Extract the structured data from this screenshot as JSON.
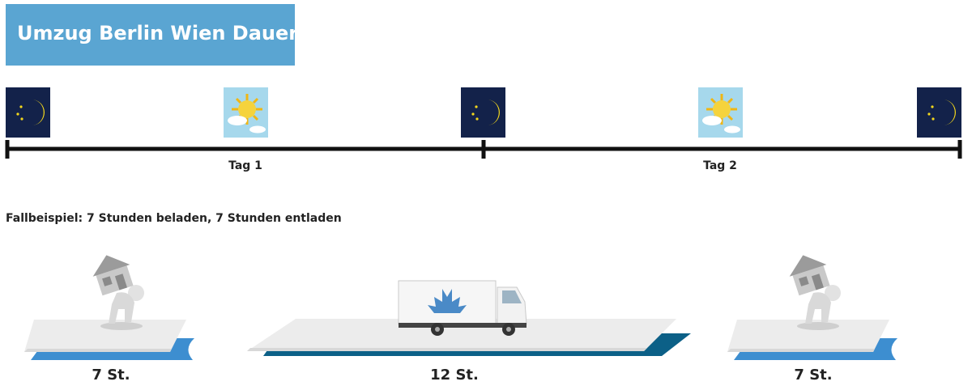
{
  "title": "Umzug Berlin Wien Dauer",
  "timeline": {
    "days": [
      "Tag 1",
      "Tag 2"
    ],
    "icons": [
      "moon-icon",
      "sun-icon",
      "moon-icon",
      "sun-icon",
      "moon-icon"
    ]
  },
  "example_text": "Fallbeispiel: 7 Stunden beladen, 7 Stunden entladen",
  "phases": [
    {
      "duration": "7 St.",
      "icon": "house-carrier-icon"
    },
    {
      "duration": "12 St.",
      "icon": "truck-icon"
    },
    {
      "duration": "7 St.",
      "icon": "house-carrier-icon"
    }
  ],
  "colors": {
    "title_bg": "#5aa5d2",
    "night": "#13224a",
    "moon": "#f4d81c",
    "day_sky": "#a6d8ec",
    "sun": "#f5d33c",
    "timeline": "#111111",
    "platform_light": "#3d8ed0",
    "platform_dark": "#0c6087"
  }
}
